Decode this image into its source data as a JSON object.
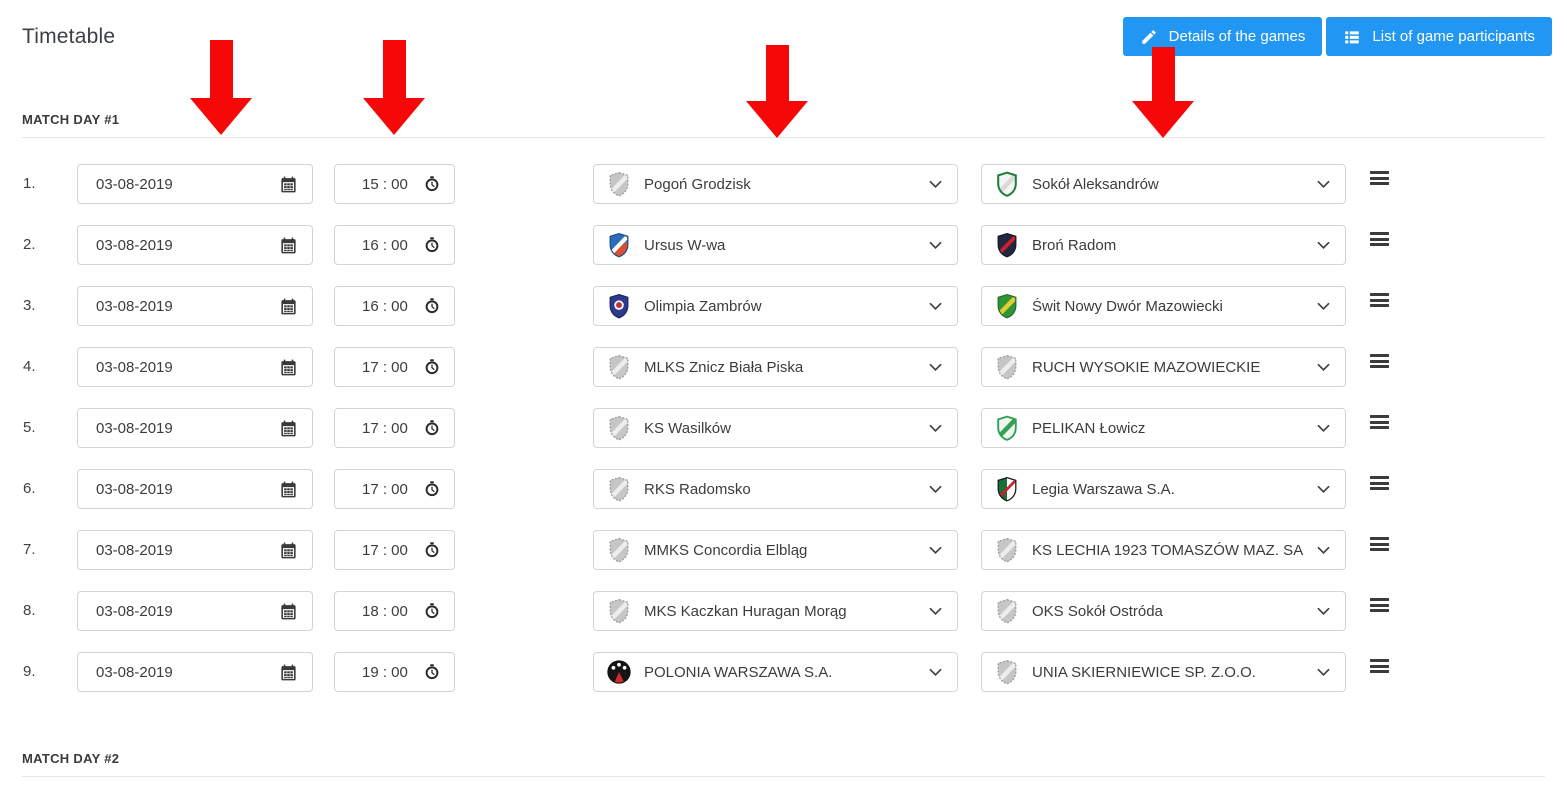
{
  "page": {
    "title": "Timetable"
  },
  "toolbar": {
    "details_label": "Details of the games",
    "participants_label": "List of game participants",
    "button_color": "#2196f3"
  },
  "annotations": {
    "arrow_color": "#f70808",
    "arrow_count": 4
  },
  "matchdays": [
    {
      "label": "MATCH DAY #1",
      "rows": [
        {
          "num": "1.",
          "date": "03-08-2019",
          "time": "15 : 00",
          "home": {
            "name": "Pogoń Grodzisk",
            "crest": {
              "shape": "shield",
              "base": "#c6c6c6",
              "band": "#ededed",
              "stroke": "#9d9d9d",
              "dashed": true
            }
          },
          "away": {
            "name": "Sokół Aleksandrów",
            "crest": {
              "shape": "shield",
              "base": "#f4f4f4",
              "band": "#d9d9d9",
              "stroke": "#1d7f3a",
              "strokew": 2.2
            }
          }
        },
        {
          "num": "2.",
          "date": "03-08-2019",
          "time": "16 : 00",
          "home": {
            "name": "Ursus W-wa",
            "crest": {
              "shape": "shield",
              "base": "#2b6cb8",
              "accent": "#d85030",
              "band": "#ffffff",
              "bandw": 4.5,
              "stroke": "#1d4f8c"
            }
          },
          "away": {
            "name": "Broń Radom",
            "crest": {
              "shape": "shield",
              "base": "#23263f",
              "band": "#cf2030",
              "bandw": 4,
              "stroke": "#15172b"
            }
          }
        },
        {
          "num": "3.",
          "date": "03-08-2019",
          "time": "16 : 00",
          "home": {
            "name": "Olimpia Zambrów",
            "crest": {
              "shape": "shield",
              "base": "#2e3a8c",
              "ring": "#ffffff",
              "center": "#c23040",
              "stroke": "#1c2766"
            }
          },
          "away": {
            "name": "Świt Nowy Dwór Mazowiecki",
            "crest": {
              "shape": "shield",
              "base": "#2f9638",
              "band": "#e6cb30",
              "stroke": "#237030"
            }
          }
        },
        {
          "num": "4.",
          "date": "03-08-2019",
          "time": "17 : 00",
          "home": {
            "name": "MLKS Znicz Biała Piska",
            "crest": {
              "shape": "shield",
              "base": "#c6c6c6",
              "band": "#ededed",
              "stroke": "#9d9d9d",
              "dashed": true
            }
          },
          "away": {
            "name": "RUCH WYSOKIE MAZOWIECKIE",
            "crest": {
              "shape": "shield",
              "base": "#c6c6c6",
              "band": "#ededed",
              "stroke": "#9d9d9d",
              "dashed": true
            }
          }
        },
        {
          "num": "5.",
          "date": "03-08-2019",
          "time": "17 : 00",
          "home": {
            "name": "KS Wasilków",
            "crest": {
              "shape": "shield",
              "base": "#c6c6c6",
              "band": "#ededed",
              "stroke": "#9d9d9d",
              "dashed": true
            }
          },
          "away": {
            "name": "PELIKAN Łowicz",
            "crest": {
              "shape": "shield",
              "base": "#eef7ef",
              "band": "#37a057",
              "stroke": "#2f9e4f",
              "strokew": 2
            }
          }
        },
        {
          "num": "6.",
          "date": "03-08-2019",
          "time": "17 : 00",
          "home": {
            "name": "RKS Radomsko",
            "crest": {
              "shape": "shield",
              "base": "#c6c6c6",
              "band": "#ededed",
              "stroke": "#9d9d9d",
              "dashed": true
            }
          },
          "away": {
            "name": "Legia Warszawa S.A.",
            "crest": {
              "shape": "shield",
              "base": "#ffffff",
              "half": "#1b6f3d",
              "band": "#d02027",
              "bandw": 3,
              "stroke": "#1a1a1a"
            }
          }
        },
        {
          "num": "7.",
          "date": "03-08-2019",
          "time": "17 : 00",
          "home": {
            "name": "MMKS Concordia Elbląg",
            "crest": {
              "shape": "shield",
              "base": "#c6c6c6",
              "band": "#ededed",
              "stroke": "#9d9d9d",
              "dashed": true
            }
          },
          "away": {
            "name": "KS LECHIA 1923 TOMASZÓW MAZ. SA",
            "crest": {
              "shape": "shield",
              "base": "#c6c6c6",
              "band": "#ededed",
              "stroke": "#9d9d9d",
              "dashed": true
            }
          }
        },
        {
          "num": "8.",
          "date": "03-08-2019",
          "time": "18 : 00",
          "home": {
            "name": "MKS Kaczkan Huragan Morąg",
            "crest": {
              "shape": "shield",
              "base": "#c6c6c6",
              "band": "#ededed",
              "stroke": "#9d9d9d",
              "dashed": true
            }
          },
          "away": {
            "name": "OKS Sokół Ostróda",
            "crest": {
              "shape": "shield",
              "base": "#c6c6c6",
              "band": "#ededed",
              "stroke": "#9d9d9d",
              "dashed": true
            }
          }
        },
        {
          "num": "9.",
          "date": "03-08-2019",
          "time": "19 : 00",
          "home": {
            "name": "POLONIA WARSZAWA S.A.",
            "crest": {
              "shape": "circle",
              "base": "#151515",
              "wedge": "#d22b2b"
            }
          },
          "away": {
            "name": "UNIA SKIERNIEWICE SP. Z.O.O.",
            "crest": {
              "shape": "shield",
              "base": "#c6c6c6",
              "band": "#ededed",
              "stroke": "#9d9d9d",
              "dashed": true
            }
          }
        }
      ]
    },
    {
      "label": "MATCH DAY #2",
      "rows": []
    }
  ]
}
